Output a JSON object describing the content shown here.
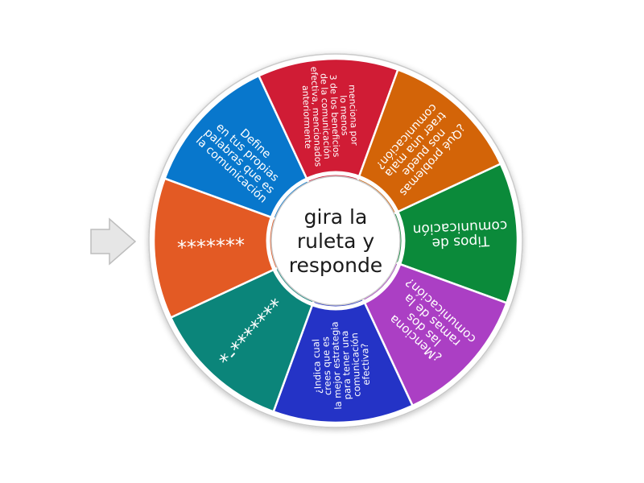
{
  "wheel": {
    "center_label_lines": [
      "gira la",
      "ruleta y",
      "responde"
    ],
    "segments": [
      {
        "id": "tipos",
        "color": "#0b8a3a",
        "lines": [
          "Tipos de",
          "comunicación"
        ],
        "font_size": 17
      },
      {
        "id": "ramas",
        "color": "#ab3fc4",
        "lines": [
          "¿Menciona",
          "las dos",
          "ramas de la",
          "comunicación?"
        ],
        "font_size": 15
      },
      {
        "id": "estrategia",
        "color": "#2433c6",
        "lines": [
          "¿Indica cual",
          "crees que es",
          "la mejor estrategia",
          "para tener una",
          "comunicación",
          "efectiva?"
        ],
        "font_size": 11.5
      },
      {
        "id": "asteriscos-guion",
        "color": "#0b857a",
        "lines": [
          "*-*******"
        ],
        "font_size": 24
      },
      {
        "id": "asteriscos",
        "color": "#e35a24",
        "lines": [
          "*******"
        ],
        "font_size": 24
      },
      {
        "id": "define",
        "color": "#0877cc",
        "lines": [
          "Define",
          "en tus propias",
          "palabras que es",
          "la comunicación"
        ],
        "font_size": 14
      },
      {
        "id": "beneficios",
        "color": "#d01c35",
        "lines": [
          "menciona por",
          "lo menos",
          "3 de los beneficios",
          "de la comunicación",
          "efectiva, mencionados",
          "anteriormente"
        ],
        "font_size": 11
      },
      {
        "id": "problemas",
        "color": "#d36408",
        "lines": [
          "¿Qué problemas",
          "nos puede",
          "traer una mala",
          "comunicación?"
        ],
        "font_size": 14
      }
    ]
  },
  "pointer": {
    "icon": "arrow-right-icon",
    "fill": "#e6e6e6",
    "stroke": "#bdbdbd"
  },
  "colors": {
    "rim": "#ffffff",
    "rim_stroke": "#c9c9c9",
    "divider": "#ffffff",
    "hub_fill": "#ffffff"
  }
}
